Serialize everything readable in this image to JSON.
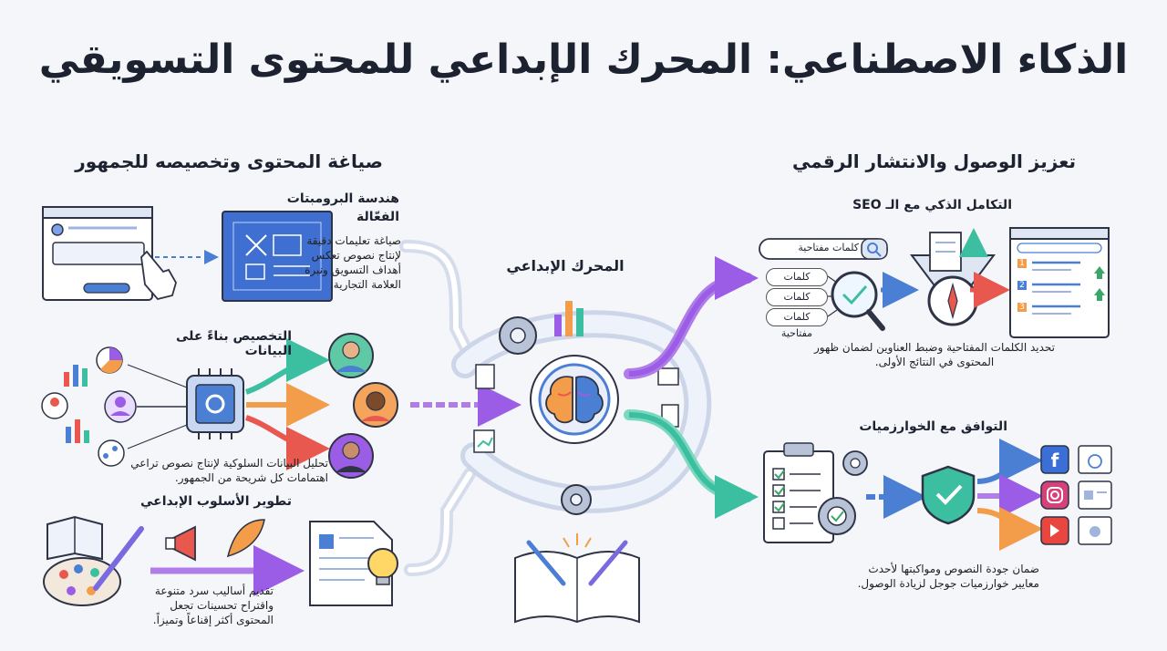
{
  "title": "الذكاء الاصطناعي: المحرك الإبداعي للمحتوى التسويقي",
  "left_section": {
    "title": "صياغة المحتوى وتخصيصه للجمهور",
    "prompt_engineering": {
      "title": "هندسة البرومبتات الفعّالة",
      "desc": "صياغة تعليمات دقيقة لإنتاج نصوص تعكس أهداف التسويق ونبرة العلامة التجارية."
    },
    "personalization": {
      "title": "التخصيص بناءً على البيانات",
      "desc": "تحليل البيانات السلوكية لإنتاج نصوص تراعي اهتمامات كل شريحة من الجمهور."
    },
    "style": {
      "title": "تطوير الأسلوب الإبداعي",
      "desc": "تقديم أساليب سرد متنوعة واقتراح تحسينات تجعل المحتوى أكثر إقناعاً وتميزاً."
    }
  },
  "center": {
    "label": "المحرك الإبداعي"
  },
  "right_section": {
    "title": "تعزيز الوصول والانتشار الرقمي",
    "seo": {
      "title": "التكامل الذكي مع الـ SEO",
      "search_placeholder": "كلمات مفتاحية",
      "keyword_pills": [
        "كلمات مفتاحية",
        "كلمات مفتاحية",
        "كلمات مفتاحية"
      ],
      "result_numbers": [
        "1",
        "2",
        "3"
      ],
      "desc": "تحديد الكلمات المفتاحية وضبط العناوين لضمان ظهور المحتوى في النتائج الأولى."
    },
    "algorithms": {
      "title": "التوافق مع الخوارزميات",
      "desc": "ضمان جودة النصوص ومواكبتها لأحدث معايير خوارزميات جوجل لزيادة الوصول."
    }
  },
  "colors": {
    "purple": "#9b5de5",
    "teal": "#3cbfa0",
    "orange": "#f39c4a",
    "red": "#e8584f",
    "blue": "#4a7fd4",
    "green": "#3aa66a",
    "doc_blue": "#3f6fd1"
  },
  "icons": [
    "browser-hand-icon",
    "blueprint-icon",
    "chip-icon",
    "avatar-icon",
    "brain-icon",
    "gear-icon",
    "book-icon",
    "palette-icon",
    "megaphone-icon",
    "feather-icon",
    "lightbulb-icon",
    "search-icon",
    "magnifier-icon",
    "compass-funnel-icon",
    "checklist-icon",
    "shield-check-icon",
    "facebook-icon",
    "instagram-icon",
    "youtube-icon",
    "globe-icon"
  ]
}
